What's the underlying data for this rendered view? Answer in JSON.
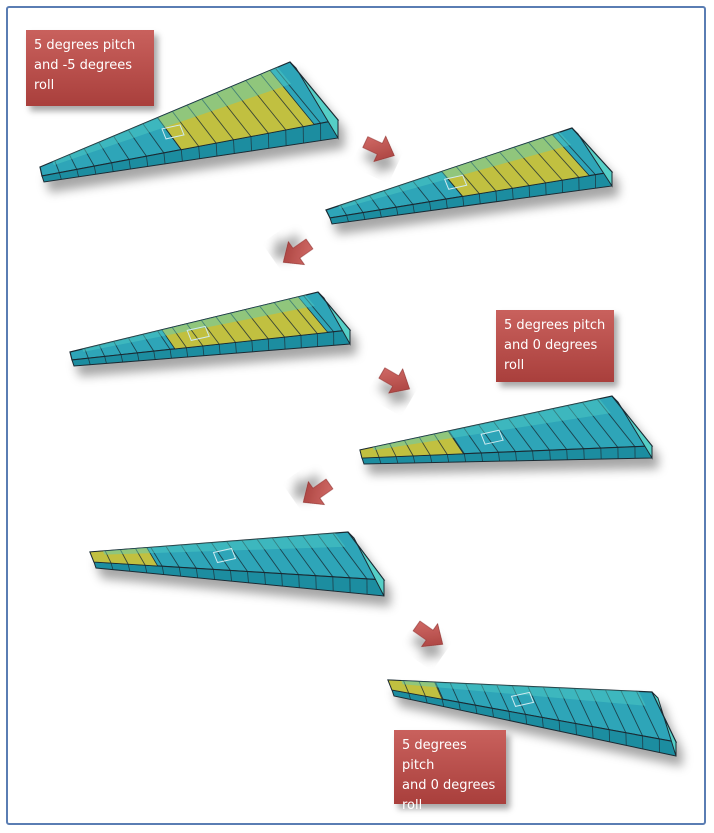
{
  "labels": [
    {
      "line1": "5 degrees pitch",
      "line2": "and -5 degrees",
      "line3": "roll"
    },
    {
      "line1": "5 degrees pitch",
      "line2": "and 0 degrees",
      "line3": "roll"
    },
    {
      "line1": "5 degrees pitch",
      "line2": "and 0 degrees",
      "line3": "roll"
    }
  ],
  "colors": {
    "frame": "#5a7db3",
    "label_bg": "#b24a47",
    "label_text": "#ffffff",
    "wing_surface": "#2da5b8",
    "wing_top": "#55cfc6",
    "wing_yellow": "#c9c23a",
    "arrow": "#c0504d",
    "outline": "#1a2a33"
  },
  "wings": [
    {
      "yellow_fraction": 0.45
    },
    {
      "yellow_fraction": 0.45
    },
    {
      "yellow_fraction": 0.55
    },
    {
      "yellow_fraction": 0.35
    },
    {
      "yellow_fraction": 0.22
    },
    {
      "yellow_fraction": 0.18
    }
  ]
}
